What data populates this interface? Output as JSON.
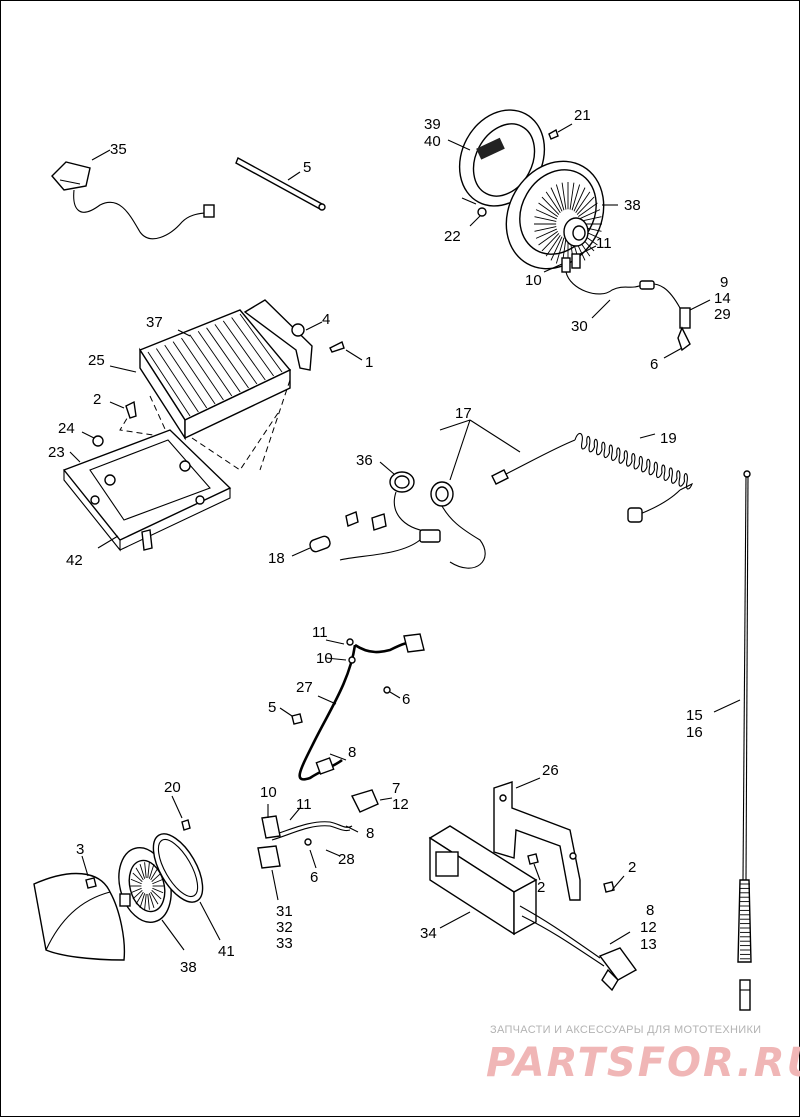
{
  "diagram": {
    "labels": {
      "l35": "35",
      "l5a": "5",
      "l39": "39",
      "l40": "40",
      "l21": "21",
      "l38a": "38",
      "l22": "22",
      "l11a": "11",
      "l10a": "10",
      "l9": "9",
      "l14": "14",
      "l29": "29",
      "l30": "30",
      "l6a": "6",
      "l37": "37",
      "l4": "4",
      "l1": "1",
      "l25": "25",
      "l2a": "2",
      "l24": "24",
      "l23": "23",
      "l42": "42",
      "l17": "17",
      "l19": "19",
      "l36": "36",
      "l18": "18",
      "l11b": "11",
      "l10b": "10",
      "l27": "27",
      "l6b": "6",
      "l5b": "5",
      "l8a": "8",
      "l15": "15",
      "l16": "16",
      "l20": "20",
      "l3": "3",
      "l38b": "38",
      "l41": "41",
      "l10c": "10",
      "l11c": "11",
      "l7": "7",
      "l12a": "12",
      "l8b": "8",
      "l28": "28",
      "l6c": "6",
      "l31": "31",
      "l32": "32",
      "l33": "33",
      "l26": "26",
      "l2b": "2",
      "l2c": "2",
      "l34": "34",
      "l8c": "8",
      "l12b": "12",
      "l13": "13"
    }
  },
  "watermark": {
    "caption": "ЗАПЧАСТИ И АКСЕССУАРЫ ДЛЯ МОТОТЕХНИКИ",
    "brand": "PARTSFOR.RU"
  }
}
